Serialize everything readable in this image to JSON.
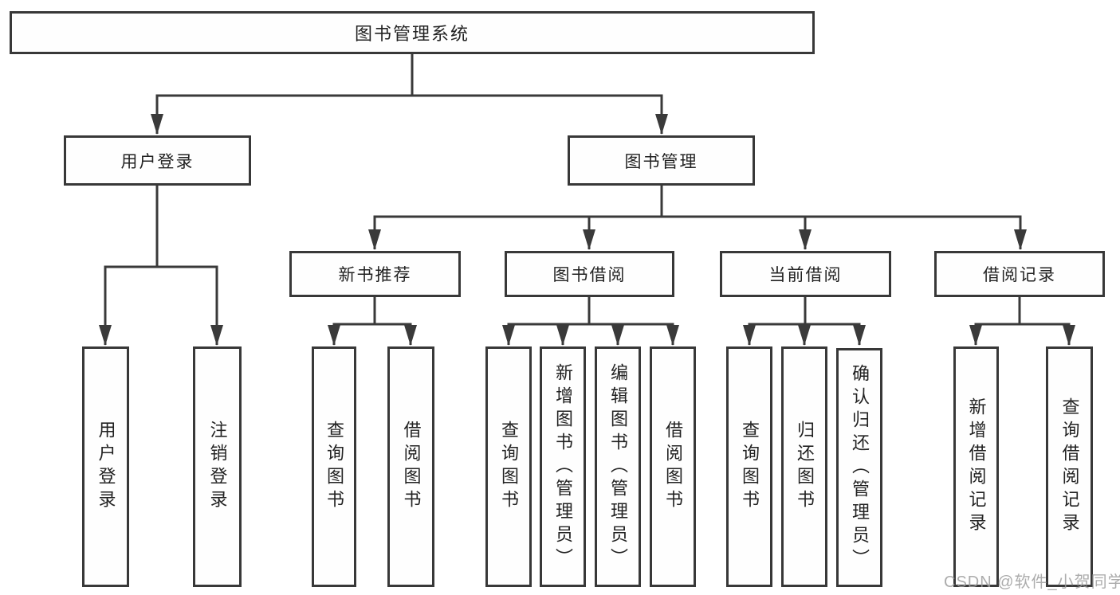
{
  "tree": {
    "label": "图书管理系统",
    "children": [
      {
        "label": "用户登录",
        "children": [
          {
            "label": "用户登录"
          },
          {
            "label": "注销登录"
          }
        ]
      },
      {
        "label": "图书管理",
        "children": [
          {
            "label": "新书推荐",
            "children": [
              {
                "label": "查询图书"
              },
              {
                "label": "借阅图书"
              }
            ]
          },
          {
            "label": "图书借阅",
            "children": [
              {
                "label": "查询图书"
              },
              {
                "label": "新增图书（管理员）"
              },
              {
                "label": "编辑图书（管理员）"
              },
              {
                "label": "借阅图书"
              }
            ]
          },
          {
            "label": "当前借阅",
            "children": [
              {
                "label": "查询图书"
              },
              {
                "label": "归还图书"
              },
              {
                "label": "确认归还（管理员）"
              }
            ]
          },
          {
            "label": "借阅记录",
            "children": [
              {
                "label": "新增借阅记录"
              },
              {
                "label": "查询借阅记录"
              }
            ]
          }
        ]
      }
    ]
  },
  "watermark": {
    "text": "CSDN @软件_小贺同学"
  },
  "colors": {
    "line": "#3a3a3a",
    "border": "#383838",
    "text": "#222222",
    "watermark": "#9e9e9e",
    "background": "#ffffff"
  }
}
